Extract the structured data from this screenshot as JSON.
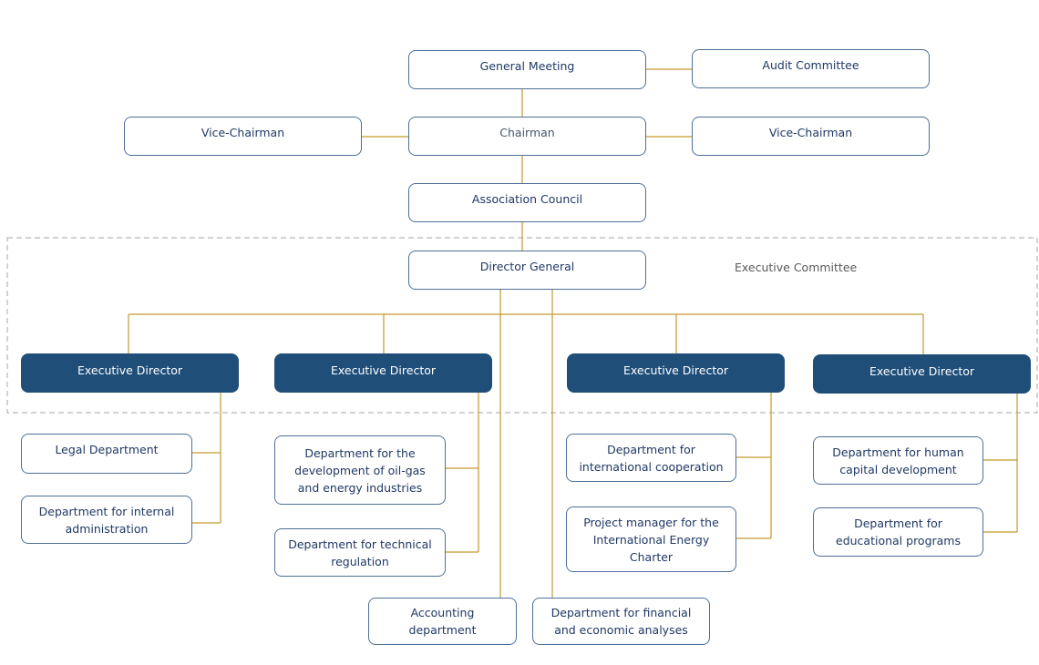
{
  "colors": {
    "connector": "#c49a2c",
    "box_border": "#4d6f96",
    "dark_fill": "#1f4e79",
    "text": "#1f3864",
    "dashed_frame": "#a6a6a6"
  },
  "nodes": {
    "general_meeting": "General Meeting",
    "audit_committee": "Audit Committee",
    "vice_chairman_left": "Vice-Chairman",
    "chairman": "Chairman",
    "vice_chairman_right": "Vice-Chairman",
    "association_council": "Association Council",
    "director_general": "Director General",
    "executive_committee": "Executive Committee",
    "executive_directors": [
      "Executive Director",
      "Executive Director",
      "Executive Director",
      "Executive Director"
    ],
    "departments": {
      "legal": "Legal Department",
      "internal_admin": "Department for internal\nadministration",
      "oil_gas": "Department for the\ndevelopment of oil-gas\nand energy industries",
      "technical_regulation": "Department for technical\nregulation",
      "international_cooperation": "Department for\ninternational cooperation",
      "energy_charter": "Project manager for the\nInternational Energy\nCharter",
      "human_capital": "Department for human\ncapital development",
      "educational_programs": "Department for\neducational programs",
      "accounting": "Accounting\ndepartment",
      "financial_analyses": "Department for financial\nand economic analyses"
    }
  }
}
